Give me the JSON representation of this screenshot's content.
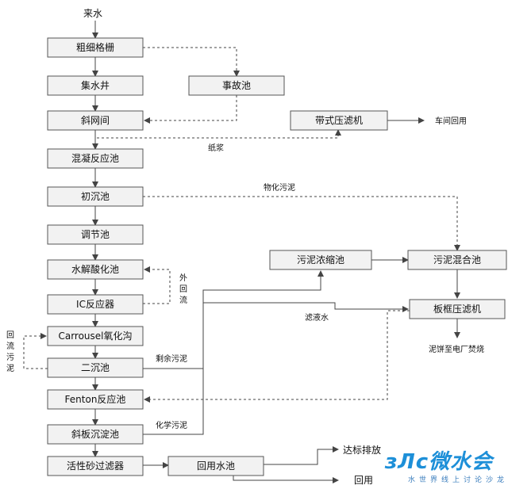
{
  "nodes": [
    {
      "id": "coarse_screen",
      "label": "粗细格栅"
    },
    {
      "id": "sump",
      "label": "集水井"
    },
    {
      "id": "accident_pool",
      "label": "事故池"
    },
    {
      "id": "inclined_screen",
      "label": "斜网间"
    },
    {
      "id": "belt_press",
      "label": "带式压滤机"
    },
    {
      "id": "coag_tank",
      "label": "混凝反应池"
    },
    {
      "id": "primary_clarifier",
      "label": "初沉池"
    },
    {
      "id": "equalization",
      "label": "调节池"
    },
    {
      "id": "hydrolysis",
      "label": "水解酸化池"
    },
    {
      "id": "ic_reactor",
      "label": "IC反应器"
    },
    {
      "id": "carrousel",
      "label": "Carrousel氧化沟"
    },
    {
      "id": "secondary_clarifier",
      "label": "二沉池"
    },
    {
      "id": "fenton",
      "label": "Fenton反应池"
    },
    {
      "id": "lamella",
      "label": "斜板沉淀池"
    },
    {
      "id": "sand_filter",
      "label": "活性砂过滤器"
    },
    {
      "id": "reuse_pool",
      "label": "回用水池"
    },
    {
      "id": "sludge_thickener",
      "label": "污泥浓缩池"
    },
    {
      "id": "sludge_mixing",
      "label": "污泥混合池"
    },
    {
      "id": "plate_press",
      "label": "板框压滤机"
    }
  ],
  "labels": {
    "inflow": "来水",
    "workshop_reuse": "车间回用",
    "pulp": "纸浆",
    "physchem_sludge": "物化污泥",
    "internal_reflux_1": "外",
    "internal_reflux_2": "回",
    "internal_reflux_3": "流",
    "return_sludge_1": "回",
    "return_sludge_2": "流",
    "return_sludge_3": "污",
    "return_sludge_4": "泥",
    "filtrate": "滤液水",
    "excess_sludge": "剩余污泥",
    "chemical_sludge": "化学污泥",
    "cake_to_power": "泥饼至电厂焚烧",
    "discharge": "达标排放",
    "reuse": "回用"
  },
  "watermark": {
    "main": "ɜЛc微水会",
    "sub": "水世界线上讨论沙龙"
  },
  "colors": {
    "box_fill": "#f2f2f2",
    "box_stroke": "#555555",
    "line": "#444444",
    "text": "#111111",
    "watermark": "#1d8fd8"
  }
}
